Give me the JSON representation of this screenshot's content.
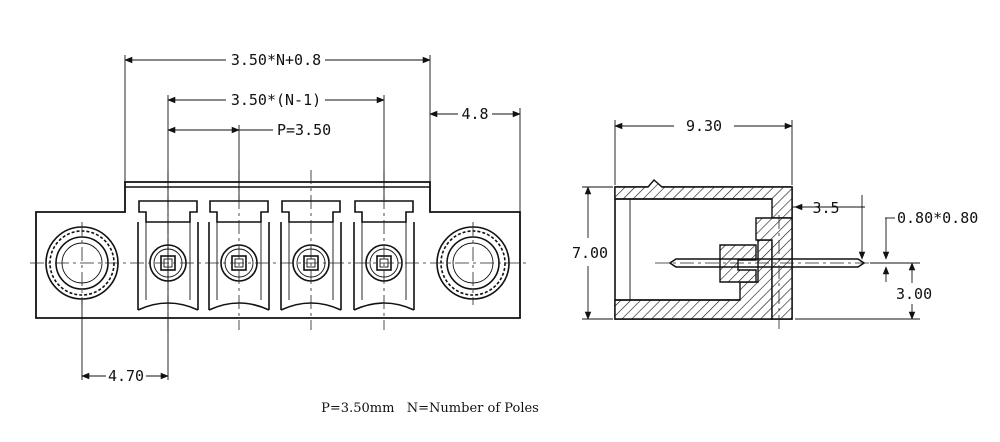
{
  "front_view": {
    "dim_total": "3.50*N+0.8",
    "dim_span": "3.50*(N-1)",
    "dim_pitch": "P=3.50",
    "dim_flange": "4.8",
    "dim_first_pin": "4.70"
  },
  "side_view": {
    "dim_depth": "9.30",
    "dim_height": "7.00",
    "dim_step": "3.5",
    "dim_pin_section": "0.80*0.80",
    "dim_pin_height": "3.00"
  },
  "footer": {
    "note": "P=3.50mm   N=Number of Poles"
  }
}
